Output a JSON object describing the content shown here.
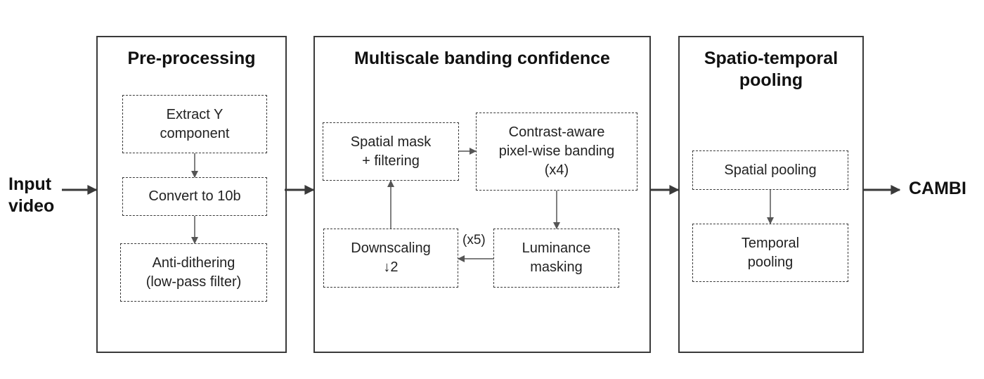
{
  "input_label": "Input\nvideo",
  "output_label": "CAMBI",
  "panels": [
    {
      "title": "Pre-processing",
      "boxes": [
        "Extract Y\ncomponent",
        "Convert to 10b",
        "Anti-dithering\n(low-pass filter)"
      ]
    },
    {
      "title": "Multiscale banding confidence",
      "boxes": [
        "Spatial mask\n+ filtering",
        "Contrast-aware\npixel-wise banding\n(x4)",
        "Luminance\nmasking",
        "Downscaling\n↓2"
      ],
      "loop_label": "(x5)"
    },
    {
      "title": "Spatio-temporal\npooling",
      "boxes": [
        "Spatial pooling",
        "Temporal\npooling"
      ]
    }
  ],
  "colors": {
    "stroke": "#3a3a3a",
    "thin_arrow": "#555555",
    "text": "#111111"
  }
}
